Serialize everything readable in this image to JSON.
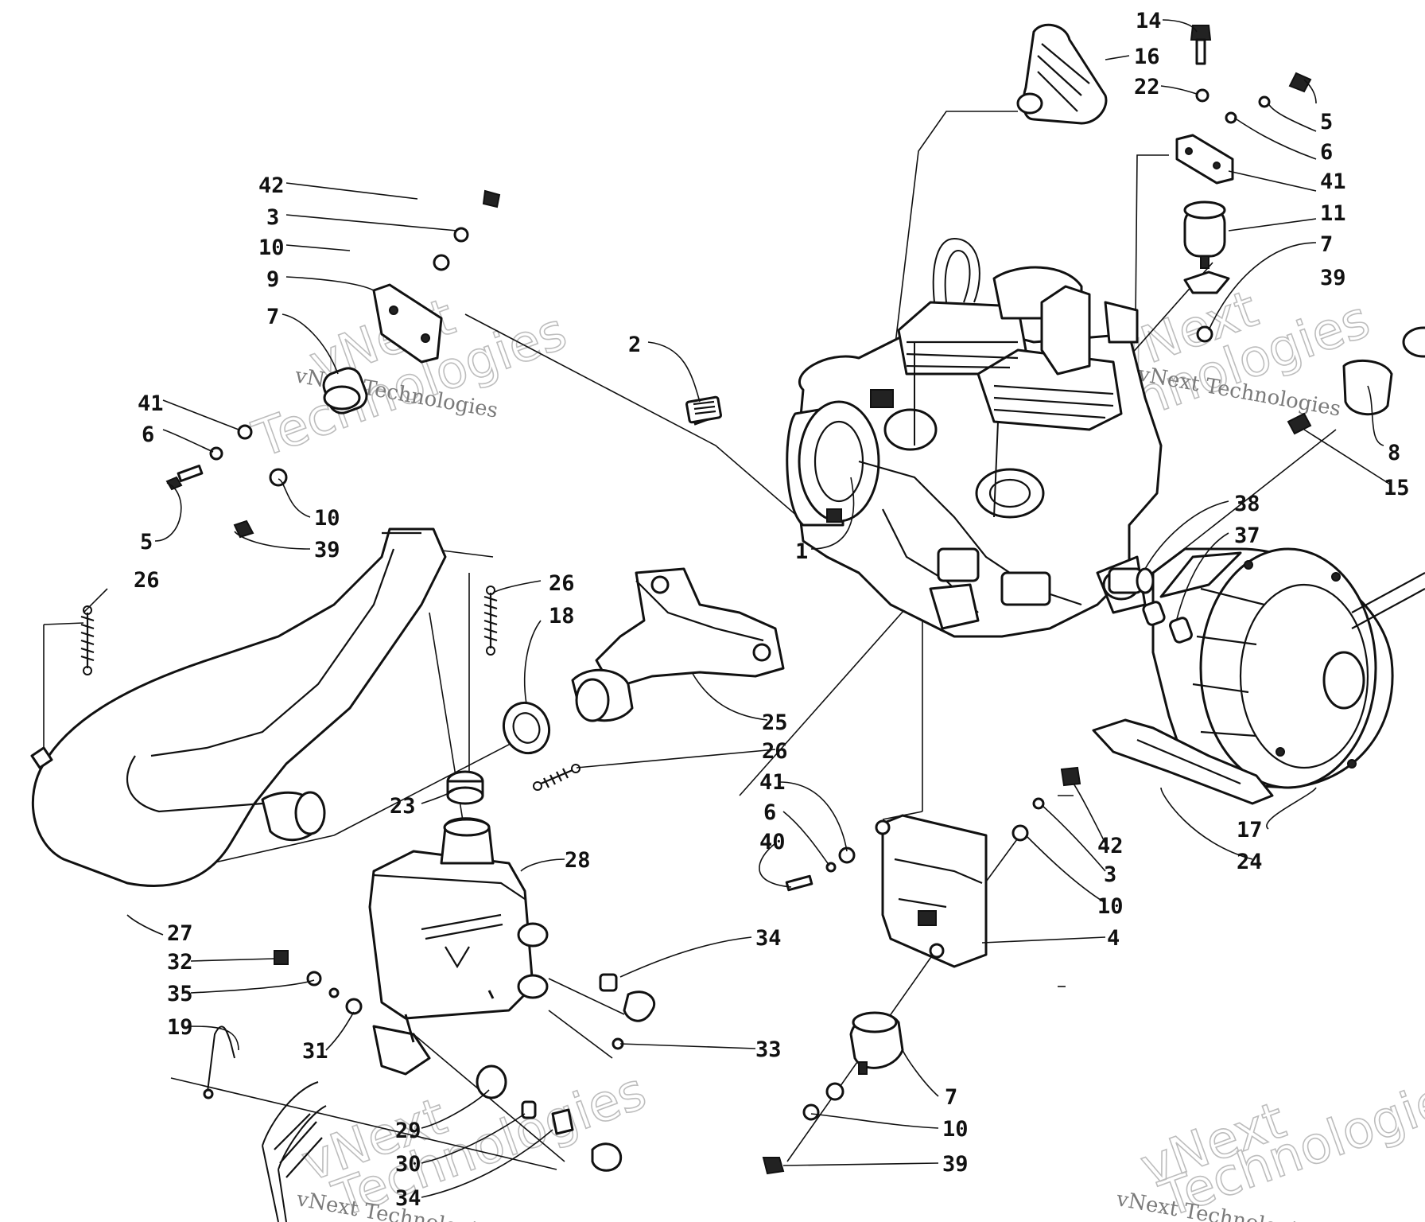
{
  "callouts": [
    {
      "num": "14"
    },
    {
      "num": "16"
    },
    {
      "num": "22"
    },
    {
      "num": "5"
    },
    {
      "num": "6"
    },
    {
      "num": "41"
    },
    {
      "num": "11"
    },
    {
      "num": "7"
    },
    {
      "num": "39"
    },
    {
      "num": "42"
    },
    {
      "num": "3"
    },
    {
      "num": "10"
    },
    {
      "num": "9"
    },
    {
      "num": "7"
    },
    {
      "num": "41"
    },
    {
      "num": "6"
    },
    {
      "num": "5"
    },
    {
      "num": "10"
    },
    {
      "num": "39"
    },
    {
      "num": "2"
    },
    {
      "num": "1"
    },
    {
      "num": "8"
    },
    {
      "num": "15"
    },
    {
      "num": "26"
    },
    {
      "num": "26"
    },
    {
      "num": "18"
    },
    {
      "num": "38"
    },
    {
      "num": "37"
    },
    {
      "num": "25"
    },
    {
      "num": "26"
    },
    {
      "num": "23"
    },
    {
      "num": "41"
    },
    {
      "num": "6"
    },
    {
      "num": "40"
    },
    {
      "num": "42"
    },
    {
      "num": "3"
    },
    {
      "num": "10"
    },
    {
      "num": "17"
    },
    {
      "num": "24"
    },
    {
      "num": "28"
    },
    {
      "num": "27"
    },
    {
      "num": "34"
    },
    {
      "num": "4"
    },
    {
      "num": "32"
    },
    {
      "num": "35"
    },
    {
      "num": "19"
    },
    {
      "num": "31"
    },
    {
      "num": "33"
    },
    {
      "num": "7"
    },
    {
      "num": "10"
    },
    {
      "num": "39"
    },
    {
      "num": "29"
    },
    {
      "num": "30"
    },
    {
      "num": "34"
    }
  ],
  "watermark": {
    "big": "vNext",
    "big2": "Technologies",
    "small": "vNext Technologies"
  }
}
